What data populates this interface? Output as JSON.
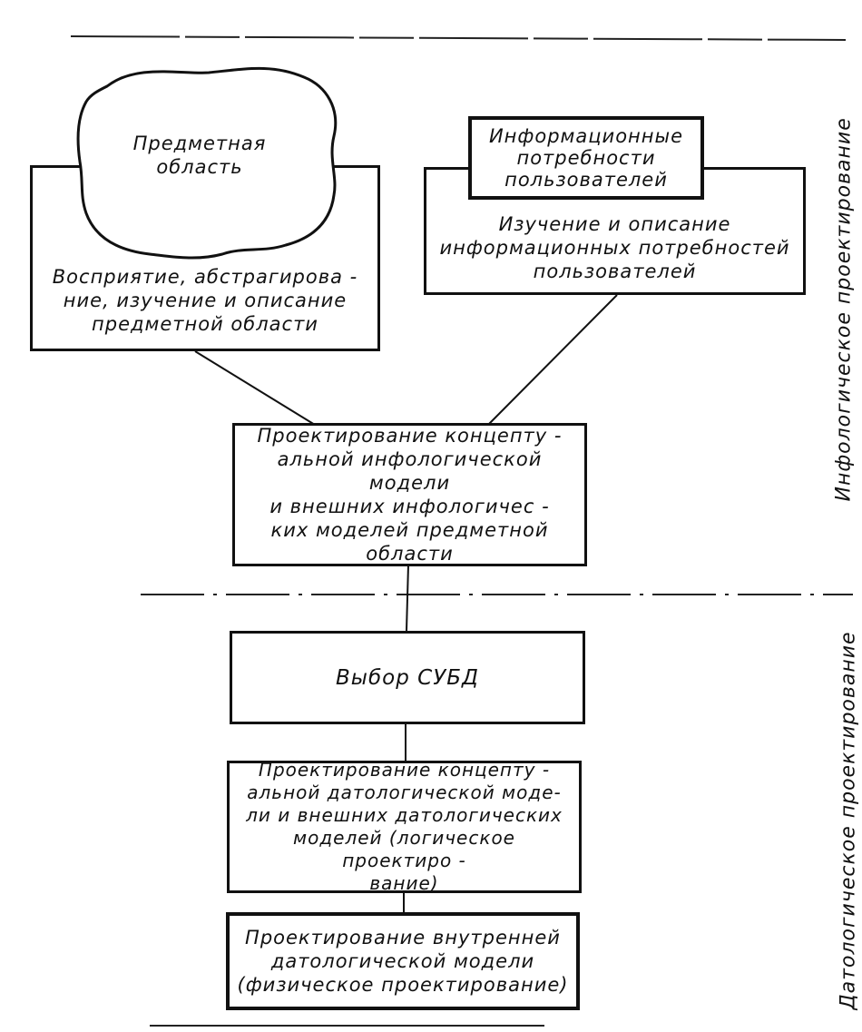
{
  "nodes": {
    "subject_area": "Предметная\nобласть",
    "perception": "Восприятие, абстрагирова -\nние, изучение и описание\nпредметной  области",
    "info_needs": "Информационные\nпотребности\nпользователей",
    "needs_study": "Изучение  и  описание\nинформационных  потребностей\nпользователей",
    "conceptual_info": "Проектирование концепту -\nальной  инфологической модели\nи внешних инфологичес -\nких  моделей  предметной\nобласти",
    "dbms_choice": "Выбор  СУБД",
    "conceptual_data": "Проектирование  концепту -\nальной датологической моде-\nли и внешних датологических\nмоделей (логическое проектиро -\nвание)",
    "internal_data": "Проектирование  внутренней\nдатологической     модели\n(физическое проектирование)"
  },
  "phases": {
    "infological": "Инфологическое  проектирование",
    "datological": "Датологическое  проектирование"
  }
}
